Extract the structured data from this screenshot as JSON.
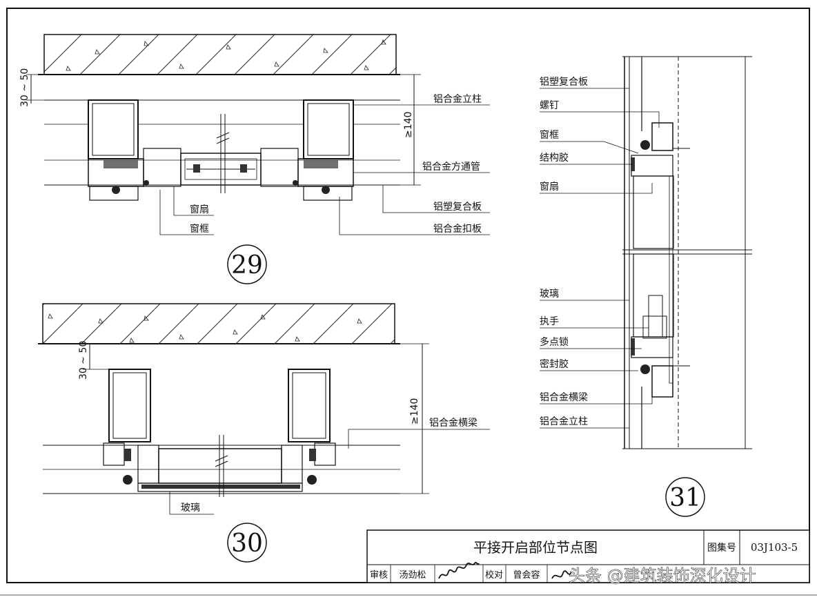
{
  "detail29": {
    "number": "29",
    "dim_gap": "30 ~ 50",
    "dim_depth": "≥140",
    "labels": {
      "mullion": "铝合金立柱",
      "square_tube": "铝合金方通管",
      "sash": "窗扇",
      "frame": "窗框",
      "acp_panel": "铝塑复合板",
      "cover_plate": "铝合金扣板"
    }
  },
  "detail30": {
    "number": "30",
    "dim_gap": "30 ~ 50",
    "dim_depth": "≥140",
    "labels": {
      "transom": "铝合金横梁",
      "glass": "玻璃"
    }
  },
  "detail31": {
    "number": "31",
    "labels": {
      "acp_panel": "铝塑复合板",
      "screw": "螺钉",
      "frame": "窗框",
      "structural_sealant": "结构胶",
      "sash": "窗扇",
      "glass": "玻璃",
      "handle": "执手",
      "multipoint_lock": "多点锁",
      "sealant": "密封胶",
      "transom": "铝合金横梁",
      "mullion": "铝合金立柱"
    }
  },
  "title_block": {
    "title": "平接开启部位节点图",
    "atlas_label": "图集号",
    "atlas_number": "03J103-5",
    "review_label": "审核",
    "reviewer": "汤劲松",
    "check_label": "校对",
    "checker": "曾会容"
  },
  "watermark": "头条 @建筑装饰深化设计"
}
